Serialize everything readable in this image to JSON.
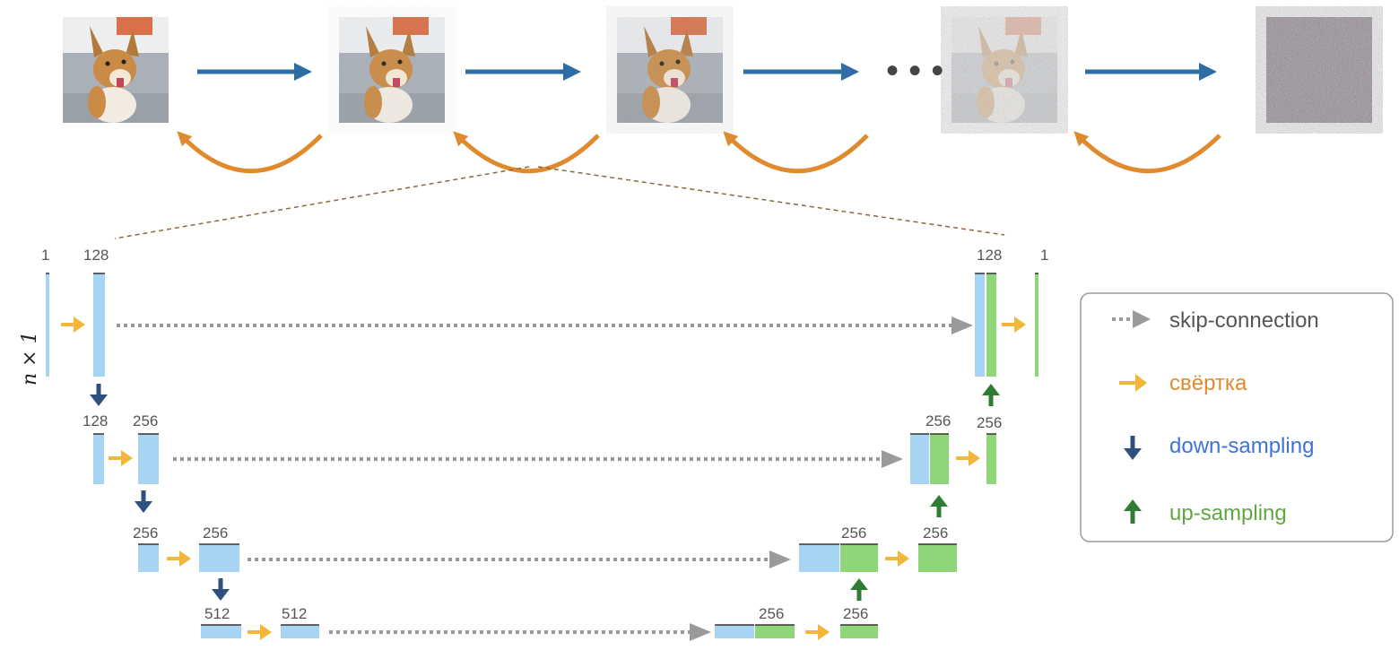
{
  "chain": {
    "ellipsis": "• • •",
    "images": [
      {
        "name": "dog-image-clean",
        "noise": 0.0
      },
      {
        "name": "dog-image-slight-noise",
        "noise": 0.05
      },
      {
        "name": "dog-image-more-noise",
        "noise": 0.18
      },
      {
        "name": "dog-image-heavy-noise",
        "noise": 0.8
      },
      {
        "name": "pure-noise-image",
        "noise": 1.0
      }
    ]
  },
  "unet": {
    "input_dim_label": "n × 1",
    "level0": {
      "in_channels": "1",
      "enc_channels": "128",
      "dec_channels": "128",
      "out_channels": "1"
    },
    "level1": {
      "enc_in": "128",
      "enc_out": "256",
      "dec_concat": "256",
      "dec_out": "256"
    },
    "level2": {
      "enc_in": "256",
      "enc_out": "256",
      "dec_concat": "256",
      "dec_out": "256"
    },
    "level3": {
      "enc_in": "512",
      "enc_out": "512",
      "dec_concat": "256",
      "dec_out": "256"
    }
  },
  "legend": {
    "skip": "skip-connection",
    "conv": "свёртка",
    "down": "down-sampling",
    "up": "up-sampling"
  },
  "colors": {
    "forward_arrow": "#2e6da4",
    "reverse_arrow": "#e08a2e",
    "conv_arrow": "#f2b738",
    "down_arrow": "#2f4f7f",
    "up_arrow": "#2e7d32",
    "skip_arrow": "#9a9a9a",
    "encoder_block": "#a6d4f2",
    "decoder_block": "#8fd67a",
    "legend_skip_text": "#555555",
    "legend_conv_text": "#e08a2e",
    "legend_down_text": "#3f73d6",
    "legend_up_text": "#5fa840"
  }
}
